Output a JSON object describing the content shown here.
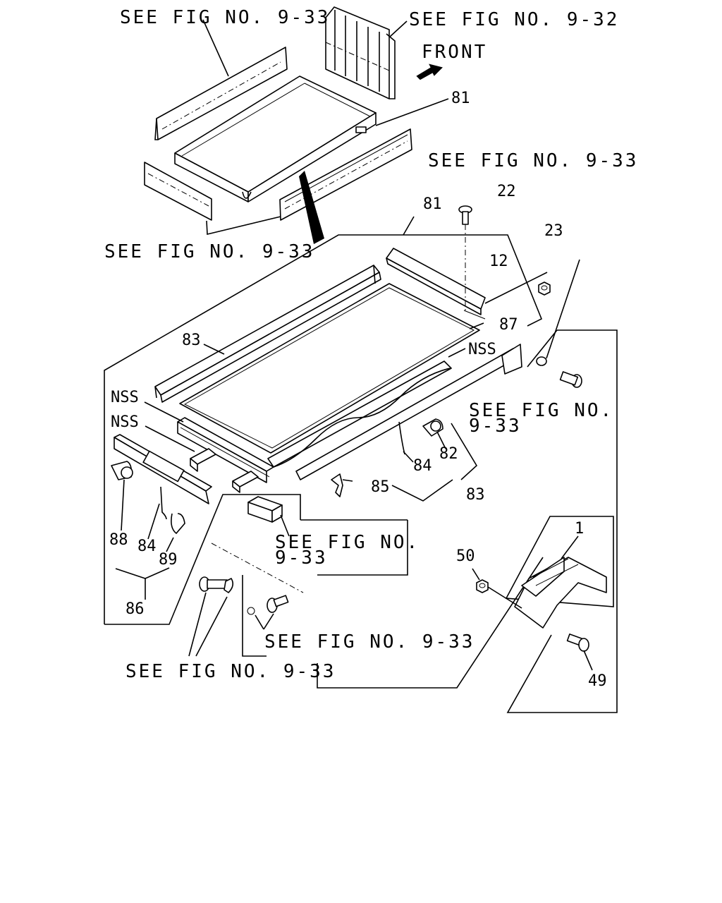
{
  "refs": {
    "top_left": "SEE FIG NO. 9-33",
    "top_right": "SEE FIG NO. 9-32",
    "front": "FRONT",
    "upper_right": "SEE FIG NO. 9-33",
    "left_mid": "SEE FIG NO. 9-33",
    "right_mid_line1": "SEE FIG NO.",
    "right_mid_line2": "9-33",
    "center_line1": "SEE FIG NO.",
    "center_line2": "9-33",
    "center_low": "SEE FIG NO. 9-33",
    "bottom_left": "SEE FIG NO. 9-33"
  },
  "callouts": {
    "p81_top": "81",
    "p81_mid": "81",
    "p22": "22",
    "p23": "23",
    "p12": "12",
    "p87": "87",
    "p83_left": "83",
    "nss_right": "NSS",
    "nss_left_1": "NSS",
    "nss_left_2": "NSS",
    "p82": "82",
    "p84_right": "84",
    "p85": "85",
    "p83_bottom": "83",
    "p88": "88",
    "p84_left": "84",
    "p89": "89",
    "p86": "86",
    "p1": "1",
    "p50": "50",
    "p49": "49"
  }
}
